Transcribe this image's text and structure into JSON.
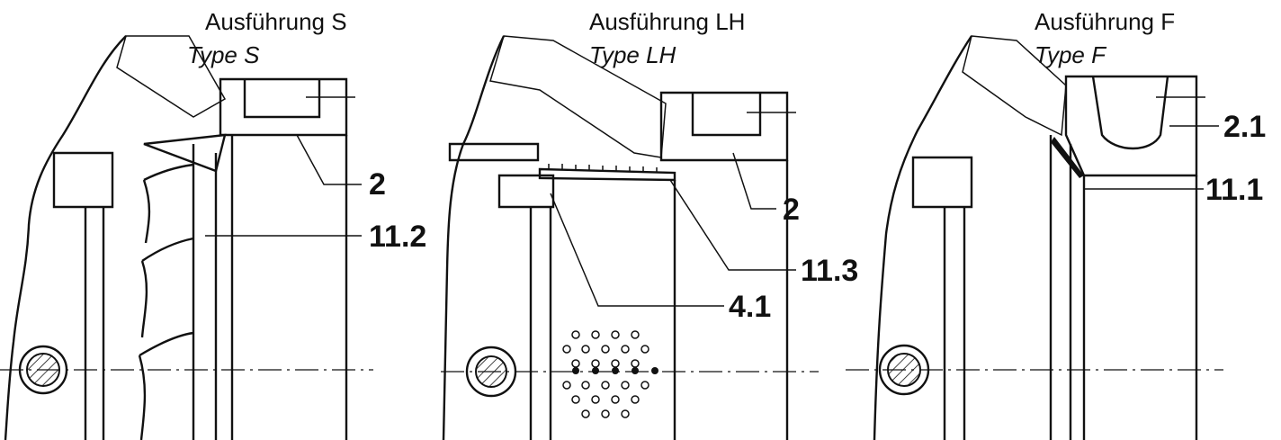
{
  "panels": [
    {
      "id": "s",
      "title": "Ausführung S",
      "subtitle": "Type S",
      "callouts": [
        "2",
        "11.2"
      ]
    },
    {
      "id": "lh",
      "title": "Ausführung LH",
      "subtitle": "Type LH",
      "callouts": [
        "2",
        "11.3",
        "4.1"
      ]
    },
    {
      "id": "f",
      "title": "Ausführung F",
      "subtitle": "Type F",
      "callouts": [
        "2.1",
        "11.1"
      ]
    }
  ]
}
